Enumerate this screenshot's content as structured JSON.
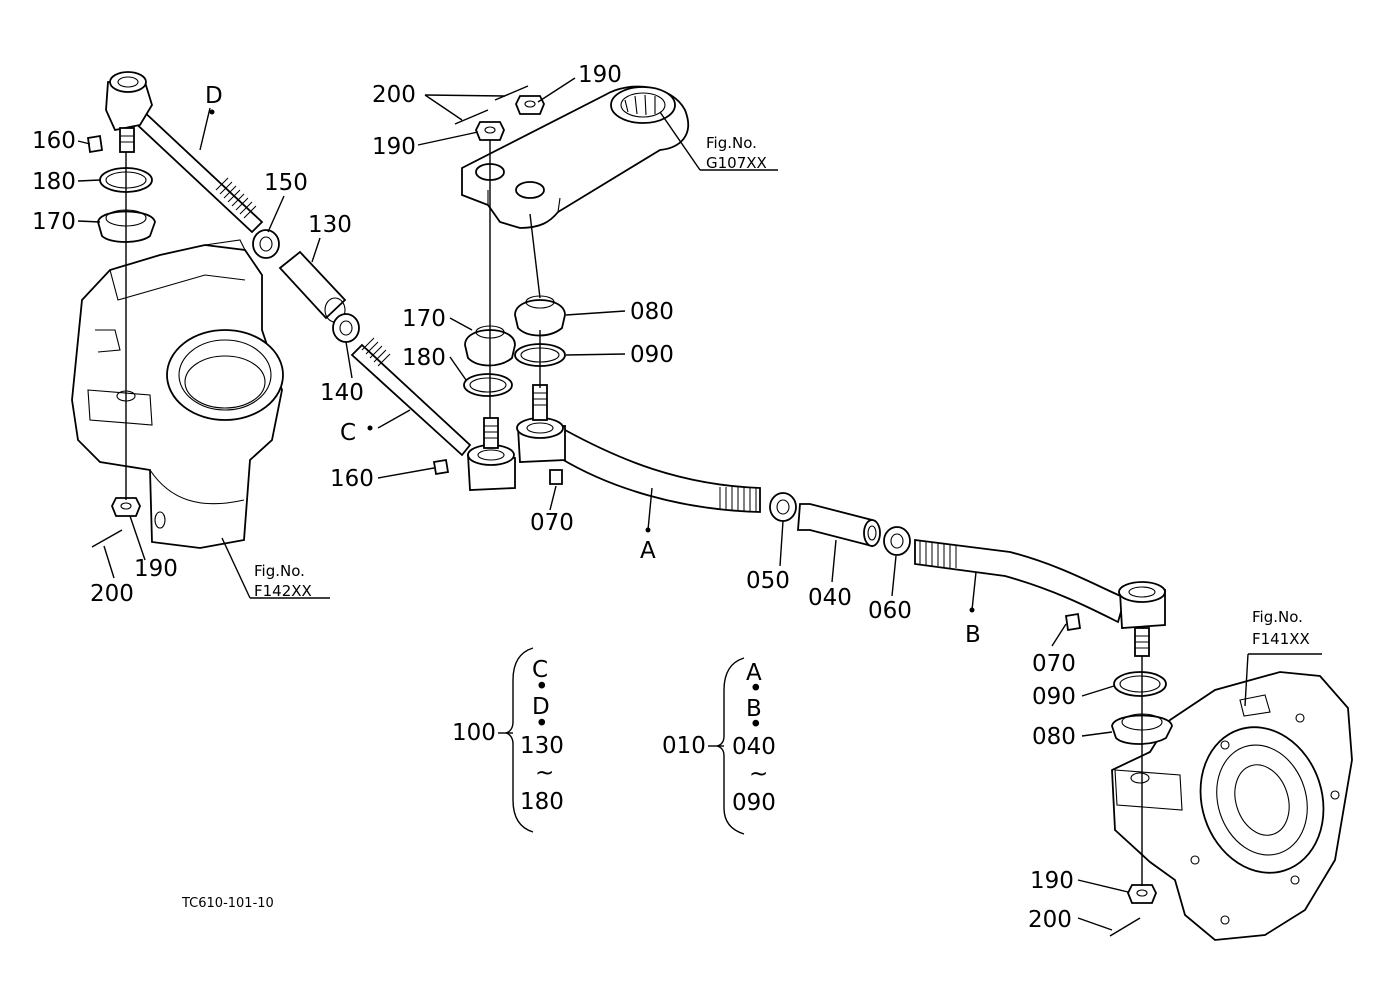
{
  "diagram": {
    "drawing_code": "TC610-101-10",
    "callouts": {
      "c160_top": "160",
      "c180_top": "180",
      "c170_top": "170",
      "c150": "150",
      "c130": "130",
      "c140": "140",
      "c200_upper": "200",
      "c190_upper_right": "190",
      "c190_upper_left": "190",
      "c170_mid": "170",
      "c180_mid": "180",
      "c080_mid": "080",
      "c090_mid": "090",
      "c160_mid": "160",
      "c070_mid": "070",
      "c050": "050",
      "c040": "040",
      "c060": "060",
      "c070_right": "070",
      "c090_right": "090",
      "c080_right": "080",
      "c190_left_low": "190",
      "c200_left_low": "200",
      "c190_right_low": "190",
      "c200_right_low": "200"
    },
    "rod_letters": {
      "D": "D",
      "C": "C",
      "A": "A",
      "B": "B"
    },
    "fig_refs": [
      {
        "title": "Fig.No.",
        "code": "G107XX"
      },
      {
        "title": "Fig.No.",
        "code": "F142XX"
      },
      {
        "title": "Fig.No.",
        "code": "F141XX"
      }
    ],
    "assemblies": [
      {
        "number": "100",
        "lines": [
          "C",
          "•",
          "D",
          "•",
          "130",
          "~",
          "180"
        ]
      },
      {
        "number": "010",
        "lines": [
          "A",
          "•",
          "B",
          "•",
          "040",
          "~",
          "090"
        ]
      }
    ]
  }
}
